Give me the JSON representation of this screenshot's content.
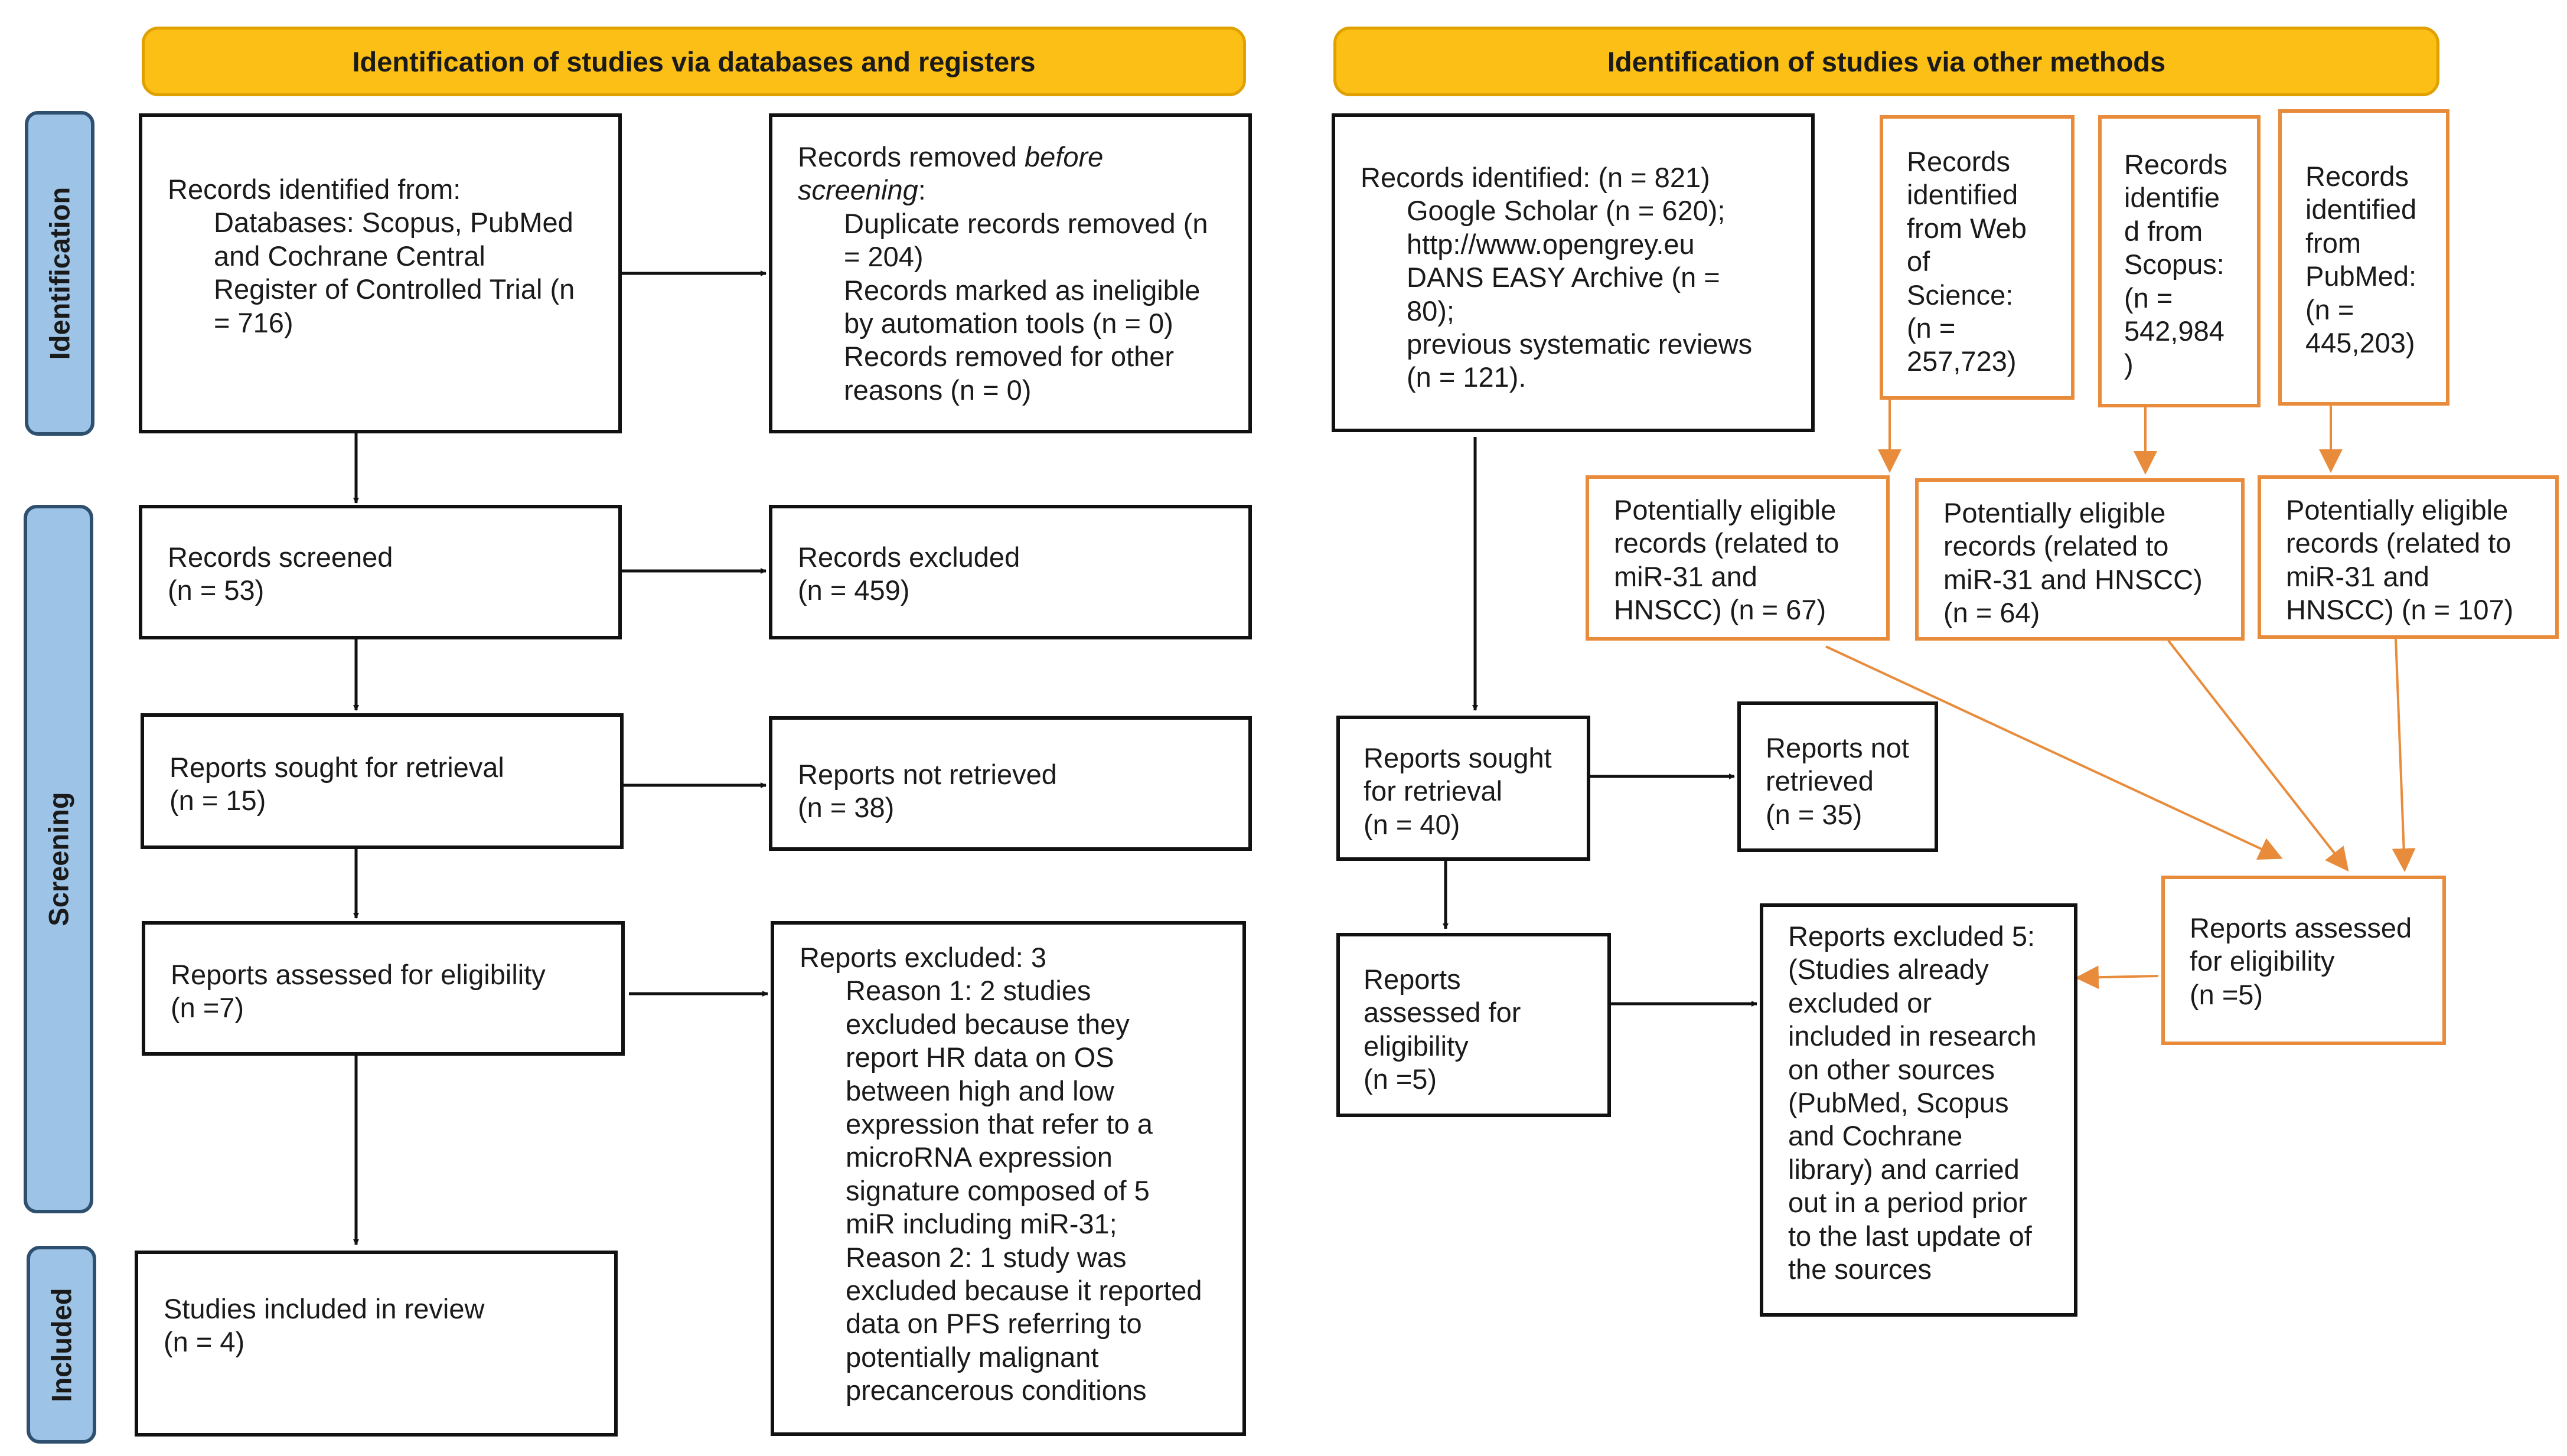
{
  "headers": {
    "databases": "Identification of studies via databases and registers",
    "other": "Identification of studies via other methods"
  },
  "phases": {
    "identification": "Identification",
    "screening": "Screening",
    "included": "Included"
  },
  "left": {
    "records_identified": {
      "title": "Records identified from:",
      "body": "Databases: Scopus, PubMed\nand Cochrane Central\nRegister of Controlled Trial (n\n= 716)"
    },
    "records_removed": {
      "lead": "Records removed ",
      "lead_italic": "before",
      "lead2_italic": "screening",
      "lead2_tail": ":",
      "items": "Duplicate records removed (n\n= 204)\nRecords marked as ineligible\nby automation tools (n = 0)\nRecords removed for other\nreasons (n = 0)"
    },
    "records_screened": "Records screened\n(n = 53)",
    "records_excluded": "Records excluded\n(n = 459)",
    "reports_sought": "Reports sought for retrieval\n(n = 15)",
    "reports_not_retrieved": "Reports not retrieved\n(n = 38)",
    "reports_assessed": "Reports assessed for eligibility\n(n =7)",
    "reports_excluded": {
      "title": "Reports excluded: 3",
      "body": "Reason 1: 2 studies\nexcluded because they\nreport HR data on OS\nbetween high and low\nexpression that refer to a\nmicroRNA expression\nsignature composed of 5\nmiR including miR-31;\nReason 2: 1 study was\nexcluded because it reported\ndata on PFS referring to\npotentially malignant\nprecancerous conditions"
    },
    "studies_included": "Studies included in review\n(n = 4)"
  },
  "right": {
    "records_identified": {
      "title": "Records identified: (n = 821)",
      "body": "Google Scholar (n = 620);\nhttp://www.opengrey.eu\nDANS EASY Archive (n =\n80);\nprevious systematic reviews\n(n = 121)."
    },
    "web_of_science": "Records\nidentified\nfrom Web\nof\nScience:\n(n =\n257,723)",
    "scopus": "Records\nidentifie\nd from\nScopus:\n(n =\n542,984\n)",
    "pubmed": "Records\nidentified\nfrom\nPubMed:\n(n =\n445,203)",
    "eligible_1": "Potentially eligible\nrecords (related to\nmiR-31 and\nHNSCC) (n = 67)",
    "eligible_2": "Potentially eligible\nrecords (related to\nmiR-31 and HNSCC)\n(n = 64)",
    "eligible_3": "Potentially eligible\nrecords (related to\nmiR-31 and\nHNSCC) (n = 107)",
    "reports_sought": "Reports sought\nfor retrieval\n(n = 40)",
    "reports_not_retrieved": "Reports not\nretrieved\n(n = 35)",
    "reports_assessed_left": "Reports\nassessed for\neligibility\n(n =5)",
    "reports_excluded": "Reports excluded 5:\n(Studies already\nexcluded or\nincluded in research\non other sources\n(PubMed, Scopus\nand Cochrane\nlibrary) and carried\nout in a period prior\nto the last update of\nthe sources",
    "reports_assessed_right": "Reports assessed\nfor eligibility\n(n =5)"
  },
  "colors": {
    "header_fill": "#fbbf16",
    "phase_fill": "#9dc3e6",
    "orange_border": "#e88c3c",
    "black_border": "#111111"
  }
}
